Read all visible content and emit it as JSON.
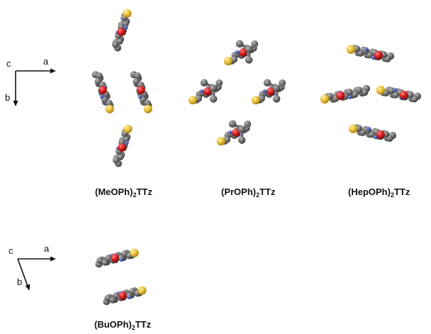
{
  "axes_top": {
    "c": "c",
    "a": "a",
    "b": "b"
  },
  "axes_bottom": {
    "c": "c",
    "a": "a",
    "b": "b"
  },
  "captions": {
    "meo": {
      "pre": "(MeOPh)",
      "sub": "2",
      "post": "TTz"
    },
    "pro": {
      "pre": "(PrOPh)",
      "sub": "2",
      "post": "TTz"
    },
    "hep": {
      "pre": "(HepOPh)",
      "sub": "2",
      "post": "TTz"
    },
    "buo": {
      "pre": "(BuOPh)",
      "sub": "2",
      "post": "TTz"
    }
  },
  "colors": {
    "carbon": "#6b6b6b",
    "carbon_highlight": "#a5a5a5",
    "oxygen": "#d81f1f",
    "sulfur": "#e8c13a",
    "nitrogen": "#4a5fb0",
    "axis": "#111111"
  }
}
